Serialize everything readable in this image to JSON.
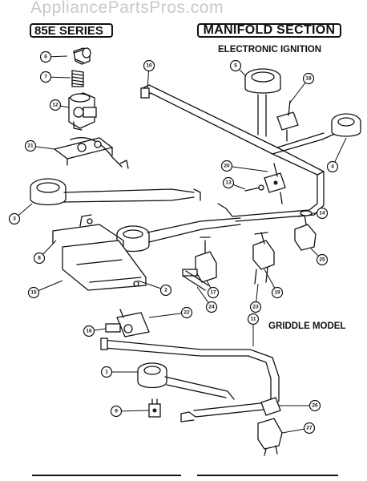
{
  "watermark": "AppliancePartsPros.com",
  "header": {
    "series": "85E SERIES",
    "section": "MANIFOLD SECTION"
  },
  "labels": {
    "electronic_ignition": "ELECTRONIC IGNITION",
    "griddle_model": "GRIDDLE MODEL"
  },
  "callouts": [
    "6",
    "7",
    "12",
    "21",
    "10",
    "5",
    "18",
    "20",
    "13",
    "4",
    "3",
    "14",
    "8",
    "25",
    "15",
    "2",
    "17",
    "19",
    "24",
    "23",
    "22",
    "16",
    "11",
    "1",
    "9",
    "26",
    "27"
  ]
}
